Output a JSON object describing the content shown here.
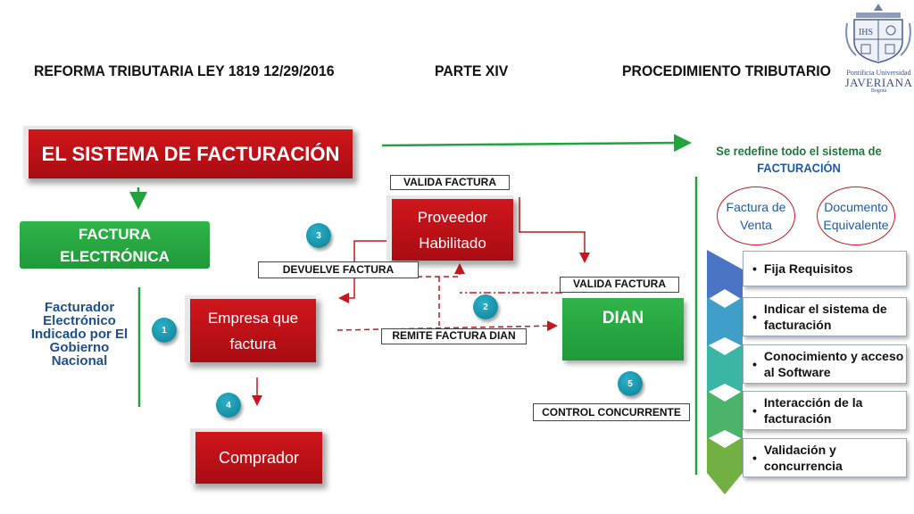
{
  "header": {
    "title_left": "REFORMA TRIBUTARIA LEY 1819 12/29/2016",
    "title_middle": "PARTE XIV",
    "title_right": "PROCEDIMIENTO TRIBUTARIO"
  },
  "logo": {
    "line1": "Pontificia Universidad",
    "line2": "JAVERIANA",
    "line3": "Bogotá",
    "monogram": "IHS"
  },
  "main_title": "EL SISTEMA DE FACTURACIÓN",
  "factura_electronica": "FACTURA ELECTRÓNICA",
  "facturador_text": "Facturador Electrónico Indicado por El Gobierno Nacional",
  "nodes": {
    "proveedor": "Proveedor Habilitado",
    "empresa": "Empresa que factura",
    "comprador": "Comprador",
    "dian": "DIAN"
  },
  "flow_labels": {
    "valida_factura_top": "VALIDA   FACTURA",
    "devuelve_factura": "DEVUELVE   FACTURA",
    "valida_factura_right": "VALIDA   FACTURA",
    "remite_factura": "REMITE   FACTURA DIAN",
    "control_concurrente": "CONTROL CONCURRENTE"
  },
  "step_numbers": [
    "1",
    "2",
    "3",
    "4",
    "5"
  ],
  "right_panel": {
    "heading_line1": "Se redefine todo el sistema de",
    "heading_line2": "FACTURACIÓN",
    "oval_left": "Factura de Venta",
    "oval_right": "Documento Equivalente",
    "steps": [
      {
        "text": "Fija Requisitos",
        "color": "#4a74c4"
      },
      {
        "text": "Indicar el sistema de facturación",
        "color": "#3f9fc8"
      },
      {
        "text": "Conocimiento y acceso al Software",
        "color": "#3cb6a4"
      },
      {
        "text": "Interacción de la facturación",
        "color": "#49b46a"
      },
      {
        "text": "Validación y concurrencia",
        "color": "#72b043"
      }
    ]
  },
  "colors": {
    "red": "#c8161d",
    "green": "#25a83f",
    "teal": "#1791a8",
    "heading_green": "#1e7a3a"
  }
}
